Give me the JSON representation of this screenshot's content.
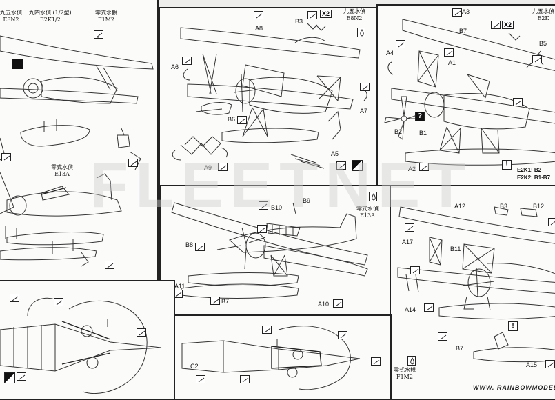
{
  "panels": {
    "p1": {
      "names": [
        {
          "jp": "九五水偵",
          "code": "E8N2"
        },
        {
          "jp": "九四水偵 (1/2型)",
          "code": "E2K1/2"
        },
        {
          "jp": "零式水観",
          "code": "F1M2"
        }
      ]
    },
    "p2": {
      "name_jp": "九五水偵",
      "name_code": "E8N2",
      "x2": "X2",
      "labels": [
        "A8",
        "B3",
        "A6",
        "B6",
        "A7",
        "A9",
        "A5"
      ]
    },
    "p3": {
      "name_jp": "九五水偵",
      "name_code": "E2K",
      "x2": "X2",
      "labels": [
        "A3",
        "B7",
        "B5",
        "A4",
        "A1",
        "B2",
        "B1",
        "A2"
      ],
      "note_line1": "E2K1: B2",
      "note_line2": "E2K2: B1·B7"
    },
    "p4": {
      "name_jp": "零式水偵",
      "name_code": "E13A"
    },
    "p5": {
      "name_jp": "零式水偵",
      "name_code": "E13A",
      "labels": [
        "B9",
        "B10",
        "B8",
        "A11",
        "B7",
        "A10"
      ]
    },
    "p6": {
      "labels": [
        "A12",
        "B3",
        "B12",
        "A17",
        "B11",
        "A14",
        "B7",
        "A15"
      ],
      "name_jp": "零式水観",
      "name_code": "F1M2"
    },
    "p7": {},
    "p8": {
      "labels": [
        "C2"
      ]
    }
  },
  "watermark": "FLEETNET",
  "footer": "WWW. RAINBOWMODEL."
}
